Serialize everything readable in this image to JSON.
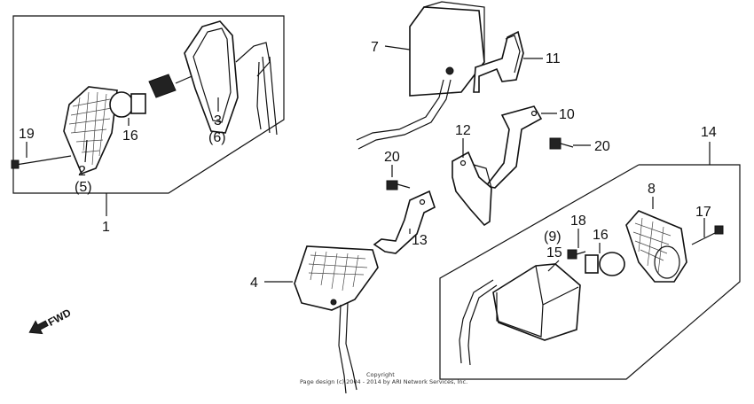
{
  "labels": {
    "p1": "1",
    "p2": "2",
    "p5": "(5)",
    "p3": "3",
    "p6": "(6)",
    "p16a": "16",
    "p19": "19",
    "p7": "7",
    "p11": "11",
    "p10": "10",
    "p12": "12",
    "p20a": "20",
    "p20b": "20",
    "p13": "13",
    "p4": "4",
    "p14": "14",
    "p8": "8",
    "p9": "(9)",
    "p15": "15",
    "p18": "18",
    "p16b": "16",
    "p17": "17"
  },
  "fwd": "FWD",
  "copyright": {
    "line1": "Copyright",
    "line2": "Page design (c) 2004 - 2014 by ARI Network Services, Inc."
  }
}
